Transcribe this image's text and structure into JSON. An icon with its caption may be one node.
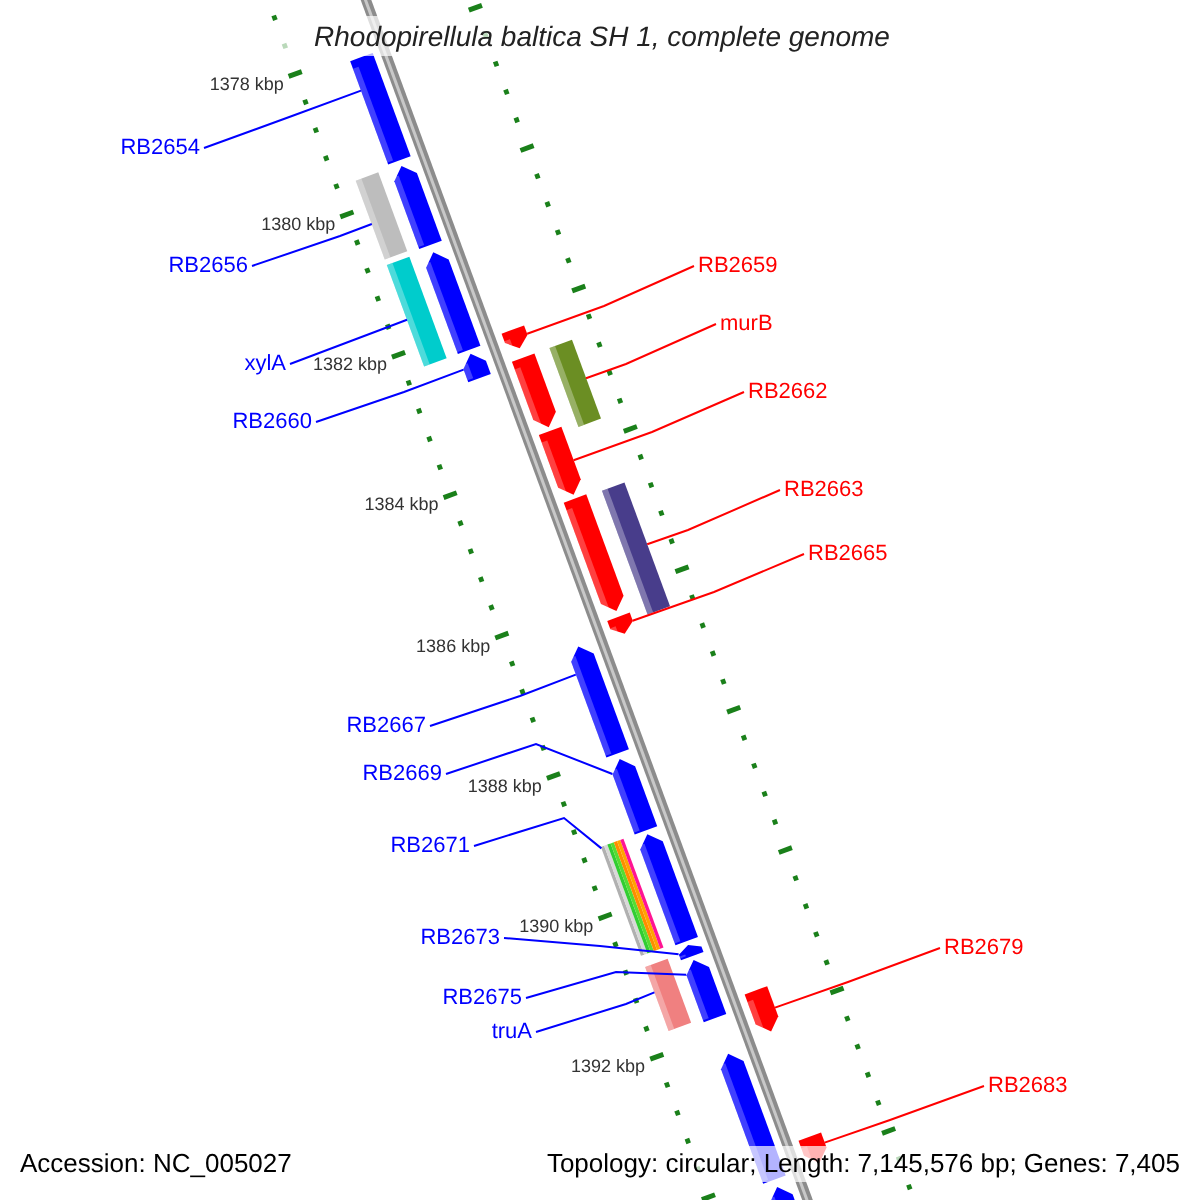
{
  "diagram": {
    "title": "Rhodopirellula baltica SH 1, complete genome",
    "nodes": [
      {
        "text": [
          "RB2654"
        ]
      },
      {
        "text": [
          "RB2656"
        ]
      },
      {
        "text": [
          "RB2659"
        ]
      },
      {
        "text": [
          "murB"
        ]
      },
      {
        "text": [
          "xylA"
        ]
      },
      {
        "text": [
          "RB2662"
        ]
      },
      {
        "text": [
          "RB2660"
        ]
      },
      {
        "text": [
          "RB2663"
        ]
      },
      {
        "text": [
          "RB2665"
        ]
      },
      {
        "text": [
          "RB2667"
        ]
      },
      {
        "text": [
          "RB2669"
        ]
      },
      {
        "text": [
          "RB2671"
        ]
      },
      {
        "text": [
          "RB2673"
        ]
      },
      {
        "text": [
          "RB2679"
        ]
      },
      {
        "text": [
          "RB2675"
        ]
      },
      {
        "text": [
          "truA"
        ]
      },
      {
        "text": [
          "RB2683"
        ]
      },
      {
        "text": [],
        "shape": "pentagon"
      },
      {
        "text": [],
        "shape": "pentagon"
      },
      {
        "text": [],
        "shape": "box"
      },
      {
        "text": [],
        "shape": "pentagon"
      },
      {
        "text": [],
        "shape": "box"
      },
      {
        "text": [],
        "shape": "pentagon"
      },
      {
        "text": [],
        "shape": "box"
      },
      {
        "text": [],
        "shape": "pentagon"
      },
      {
        "text": [],
        "shape": "pentagon"
      },
      {
        "text": [],
        "shape": "pentagon"
      },
      {
        "text": [],
        "shape": "box"
      },
      {
        "text": [],
        "shape": "pentagon"
      },
      {
        "text": [],
        "shape": "pentagon"
      },
      {
        "text": [],
        "shape": "pentagon"
      },
      {
        "text": [],
        "shape": "pentagon"
      },
      {
        "text": [],
        "shape": "pentagon"
      },
      {
        "text": [],
        "shape": "box"
      },
      {
        "text": [],
        "shape": "pentagon"
      },
      {
        "text": [],
        "shape": "pentagon"
      },
      {
        "text": [],
        "shape": "box"
      },
      {
        "text": [],
        "shape": "pentagon"
      },
      {
        "text": [],
        "shape": "pentagon"
      },
      {
        "text": [],
        "shape": "pentagon"
      },
      {
        "text": [],
        "shape": "pentagon"
      }
    ],
    "edges": [
      {
        "from": 0,
        "to": 17,
        "arrow": "none"
      },
      {
        "from": 1,
        "to": 19,
        "arrow": "none"
      },
      {
        "from": 2,
        "to": 22,
        "arrow": "none",
        "color": "#ff0000"
      },
      {
        "from": 3,
        "to": 23,
        "arrow": "none",
        "color": "#ff0000"
      },
      {
        "from": 4,
        "to": 21,
        "arrow": "none"
      },
      {
        "from": 5,
        "to": 26,
        "arrow": "none",
        "color": "#ff0000"
      },
      {
        "from": 6,
        "to": 24,
        "arrow": "none"
      },
      {
        "from": 7,
        "to": 27,
        "arrow": "none",
        "color": "#ff0000"
      },
      {
        "from": 8,
        "to": 29,
        "arrow": "none",
        "color": "#ff0000"
      },
      {
        "from": 9,
        "to": 30,
        "arrow": "none"
      },
      {
        "from": 10,
        "to": 31,
        "arrow": "none"
      },
      {
        "from": 11,
        "to": 33,
        "arrow": "none"
      },
      {
        "from": 12,
        "to": 34,
        "arrow": "none"
      },
      {
        "from": 13,
        "to": 37,
        "arrow": "none",
        "color": "#ff0000"
      },
      {
        "from": 14,
        "to": 35,
        "arrow": "none"
      },
      {
        "from": 15,
        "to": 36,
        "arrow": "none"
      },
      {
        "from": 16,
        "to": 39,
        "arrow": "none",
        "color": "#ff0000"
      }
    ],
    "labels": [
      "1378 kbp",
      "1380 kbp",
      "1382 kbp",
      "1384 kbp",
      "1386 kbp",
      "1388 kbp",
      "1390 kbp",
      "1392 kbp",
      "Accession: NC_005027",
      "Topology: circular; Length: 7,145,576 bp; Genes: 7,405"
    ]
  }
}
